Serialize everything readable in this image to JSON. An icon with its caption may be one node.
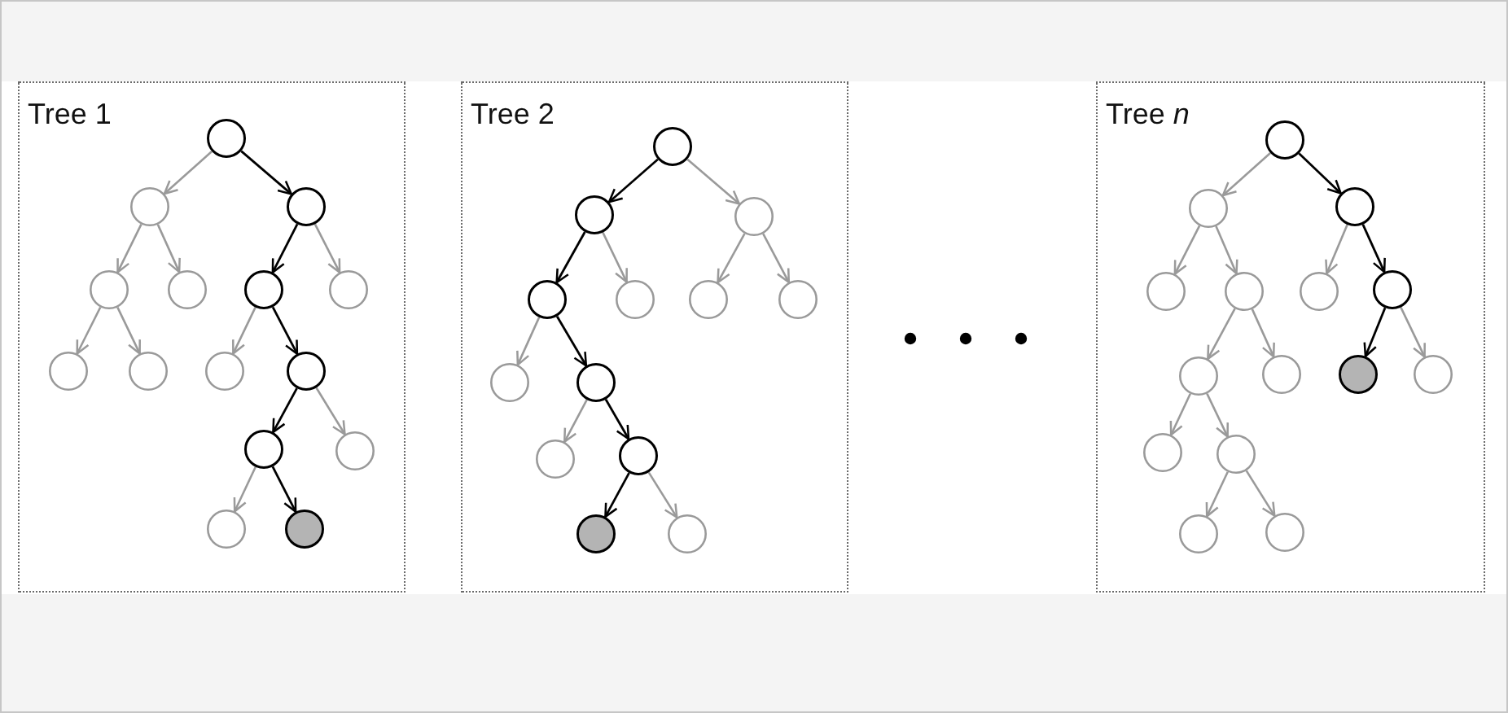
{
  "diagram": {
    "nodes": [
      {
        "text": [
          "Tree 1"
        ]
      },
      {
        "text": [],
        "shape": "circle",
        "in": 0
      },
      {
        "text": [],
        "shape": "circle",
        "in": 0
      },
      {
        "text": [],
        "shape": "circle",
        "in": 0
      },
      {
        "text": [],
        "shape": "circle",
        "in": 0
      },
      {
        "text": [],
        "shape": "circle",
        "in": 0
      },
      {
        "text": [],
        "shape": "circle",
        "in": 0
      },
      {
        "text": [],
        "shape": "circle",
        "in": 0
      },
      {
        "text": [],
        "shape": "circle",
        "in": 0
      },
      {
        "text": [],
        "shape": "circle",
        "in": 0
      },
      {
        "text": [],
        "shape": "circle",
        "in": 0
      },
      {
        "text": [],
        "shape": "circle",
        "in": 0
      },
      {
        "text": [],
        "shape": "circle",
        "in": 0
      },
      {
        "text": [],
        "shape": "circle",
        "in": 0
      },
      {
        "text": [],
        "shape": "circle",
        "in": 0
      },
      {
        "text": [],
        "shape": "circle",
        "in": 0
      },
      {
        "text": [
          "Tree 2"
        ]
      },
      {
        "text": [],
        "shape": "circle",
        "in": 16
      },
      {
        "text": [],
        "shape": "circle",
        "in": 16
      },
      {
        "text": [],
        "shape": "circle",
        "in": 16
      },
      {
        "text": [],
        "shape": "circle",
        "in": 16
      },
      {
        "text": [],
        "shape": "circle",
        "in": 16
      },
      {
        "text": [],
        "shape": "circle",
        "in": 16
      },
      {
        "text": [],
        "shape": "circle",
        "in": 16
      },
      {
        "text": [],
        "shape": "circle",
        "in": 16
      },
      {
        "text": [],
        "shape": "circle",
        "in": 16
      },
      {
        "text": [],
        "shape": "circle",
        "in": 16
      },
      {
        "text": [],
        "shape": "circle",
        "in": 16
      },
      {
        "text": [],
        "shape": "circle",
        "in": 16
      },
      {
        "text": [],
        "shape": "circle",
        "in": 16
      },
      {
        "text": [
          "Tree *n*"
        ]
      },
      {
        "text": [],
        "shape": "circle",
        "in": 30
      },
      {
        "text": [],
        "shape": "circle",
        "in": 30
      },
      {
        "text": [],
        "shape": "circle",
        "in": 30
      },
      {
        "text": [],
        "shape": "circle",
        "in": 30
      },
      {
        "text": [],
        "shape": "circle",
        "in": 30
      },
      {
        "text": [],
        "shape": "circle",
        "in": 30
      },
      {
        "text": [],
        "shape": "circle",
        "in": 30
      },
      {
        "text": [],
        "shape": "circle",
        "in": 30
      },
      {
        "text": [],
        "shape": "circle",
        "in": 30
      },
      {
        "text": [],
        "shape": "circle",
        "in": 30
      },
      {
        "text": [],
        "shape": "circle",
        "in": 30
      },
      {
        "text": [],
        "shape": "circle",
        "in": 30
      },
      {
        "text": [],
        "shape": "circle",
        "in": 30
      },
      {
        "text": [],
        "shape": "circle",
        "in": 30
      },
      {
        "text": [],
        "shape": "circle",
        "in": 30
      }
    ],
    "edges": [
      {
        "from": 1,
        "to": 2,
        "arrow": "to"
      },
      {
        "from": 1,
        "to": 3,
        "arrow": "to",
        "color": "#000000"
      },
      {
        "from": 2,
        "to": 4,
        "arrow": "to"
      },
      {
        "from": 2,
        "to": 5,
        "arrow": "to"
      },
      {
        "from": 3,
        "to": 6,
        "arrow": "to",
        "color": "#000000"
      },
      {
        "from": 3,
        "to": 7,
        "arrow": "to"
      },
      {
        "from": 4,
        "to": 8,
        "arrow": "to"
      },
      {
        "from": 4,
        "to": 9,
        "arrow": "to"
      },
      {
        "from": 6,
        "to": 10,
        "arrow": "to"
      },
      {
        "from": 6,
        "to": 11,
        "arrow": "to",
        "color": "#000000"
      },
      {
        "from": 11,
        "to": 12,
        "arrow": "to",
        "color": "#000000"
      },
      {
        "from": 11,
        "to": 13,
        "arrow": "to"
      },
      {
        "from": 12,
        "to": 14,
        "arrow": "to"
      },
      {
        "from": 12,
        "to": 15,
        "arrow": "to",
        "color": "#000000"
      },
      {
        "from": 17,
        "to": 18,
        "arrow": "to",
        "color": "#000000"
      },
      {
        "from": 17,
        "to": 19,
        "arrow": "to"
      },
      {
        "from": 18,
        "to": 20,
        "arrow": "to",
        "color": "#000000"
      },
      {
        "from": 18,
        "to": 21,
        "arrow": "to"
      },
      {
        "from": 19,
        "to": 22,
        "arrow": "to"
      },
      {
        "from": 19,
        "to": 23,
        "arrow": "to"
      },
      {
        "from": 20,
        "to": 24,
        "arrow": "to"
      },
      {
        "from": 20,
        "to": 25,
        "arrow": "to",
        "color": "#000000"
      },
      {
        "from": 25,
        "to": 26,
        "arrow": "to"
      },
      {
        "from": 25,
        "to": 27,
        "arrow": "to",
        "color": "#000000"
      },
      {
        "from": 27,
        "to": 28,
        "arrow": "to",
        "color": "#000000"
      },
      {
        "from": 27,
        "to": 29,
        "arrow": "to"
      },
      {
        "from": 31,
        "to": 32,
        "arrow": "to"
      },
      {
        "from": 31,
        "to": 33,
        "arrow": "to",
        "color": "#000000"
      },
      {
        "from": 32,
        "to": 34,
        "arrow": "to"
      },
      {
        "from": 32,
        "to": 35,
        "arrow": "to"
      },
      {
        "from": 33,
        "to": 36,
        "arrow": "to"
      },
      {
        "from": 33,
        "to": 37,
        "arrow": "to",
        "color": "#000000"
      },
      {
        "from": 35,
        "to": 38,
        "arrow": "to"
      },
      {
        "from": 35,
        "to": 39,
        "arrow": "to"
      },
      {
        "from": 37,
        "to": 40,
        "arrow": "to",
        "color": "#000000"
      },
      {
        "from": 37,
        "to": 41,
        "arrow": "to"
      },
      {
        "from": 38,
        "to": 42,
        "arrow": "to"
      },
      {
        "from": 38,
        "to": 43,
        "arrow": "to"
      },
      {
        "from": 43,
        "to": 44,
        "arrow": "to"
      },
      {
        "from": 43,
        "to": 45,
        "arrow": "to"
      }
    ]
  }
}
